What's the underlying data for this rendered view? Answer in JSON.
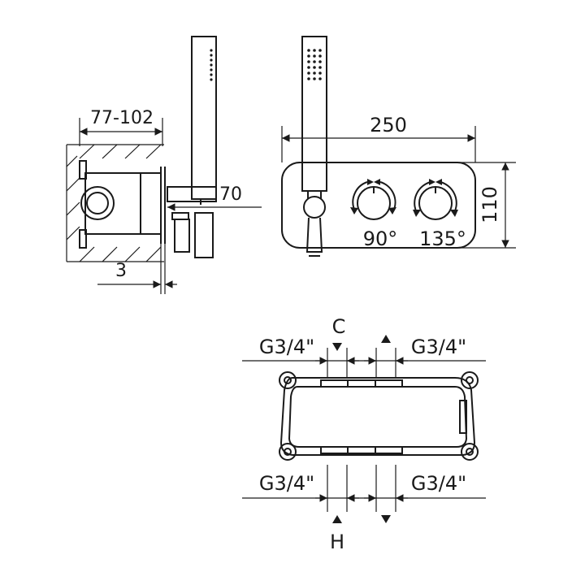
{
  "side_view": {
    "depth_label": "77-102",
    "outlet_label": "70",
    "gap_label": "3"
  },
  "front_view": {
    "width_label": "250",
    "height_label": "110",
    "angle_left": "90°",
    "angle_right": "135°"
  },
  "bottom_view": {
    "top_left_label": "G3/4\"",
    "top_right_label": "G3/4\"",
    "bottom_left_label": "G3/4\"",
    "bottom_right_label": "G3/4\"",
    "cold_label": "C",
    "hot_label": "H"
  },
  "colors": {
    "ink": "#1a1a1a",
    "background": "#ffffff"
  }
}
